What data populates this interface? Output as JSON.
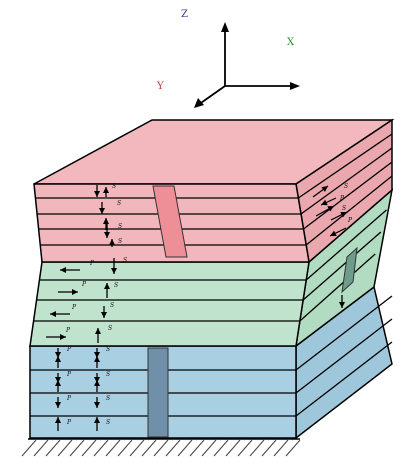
{
  "axes": {
    "z_label": "Z",
    "x_label": "X",
    "y_label": "Y",
    "colors": {
      "z": "#3a3aa0",
      "x": "#2d8a3a",
      "y": "#c0303a"
    }
  },
  "blocks": {
    "top": {
      "face": "#f2b7bd",
      "side": "#eaa7ae",
      "top": "#f2b8bd",
      "band": "#ee8f98"
    },
    "middle": {
      "face": "#bfe3cc",
      "side": "#b1dcc1",
      "band": "#6f9b8a"
    },
    "bottom": {
      "face": "#a9cfe2",
      "side": "#9fc7dc",
      "band": "#6f90a8"
    }
  },
  "annotations": {
    "p": "P",
    "s": "S"
  }
}
